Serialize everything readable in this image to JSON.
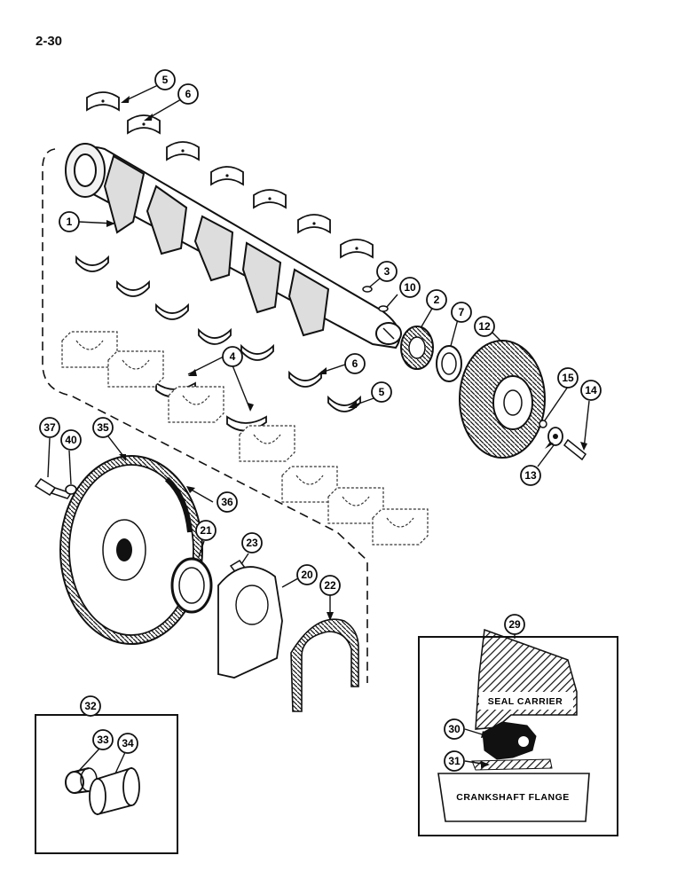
{
  "page": {
    "number": "2-30"
  },
  "callouts": [
    {
      "id": "c5a",
      "label": "5"
    },
    {
      "id": "c6a",
      "label": "6"
    },
    {
      "id": "c1",
      "label": "1"
    },
    {
      "id": "c3",
      "label": "3"
    },
    {
      "id": "c10",
      "label": "10"
    },
    {
      "id": "c2",
      "label": "2"
    },
    {
      "id": "c7",
      "label": "7"
    },
    {
      "id": "c12",
      "label": "12"
    },
    {
      "id": "c4",
      "label": "4"
    },
    {
      "id": "c6b",
      "label": "6"
    },
    {
      "id": "c5b",
      "label": "5"
    },
    {
      "id": "c15",
      "label": "15"
    },
    {
      "id": "c14",
      "label": "14"
    },
    {
      "id": "c13",
      "label": "13"
    },
    {
      "id": "c37",
      "label": "37"
    },
    {
      "id": "c40",
      "label": "40"
    },
    {
      "id": "c35",
      "label": "35"
    },
    {
      "id": "c36",
      "label": "36"
    },
    {
      "id": "c21",
      "label": "21"
    },
    {
      "id": "c23",
      "label": "23"
    },
    {
      "id": "c20",
      "label": "20"
    },
    {
      "id": "c22",
      "label": "22"
    },
    {
      "id": "c29",
      "label": "29"
    },
    {
      "id": "c30",
      "label": "30"
    },
    {
      "id": "c31",
      "label": "31"
    },
    {
      "id": "c32",
      "label": "32"
    },
    {
      "id": "c33",
      "label": "33"
    },
    {
      "id": "c34",
      "label": "34"
    }
  ],
  "inset_seal": {
    "seal_carrier_label": "SEAL CARRIER",
    "crankshaft_flange_label": "CRANKSHAFT FLANGE"
  }
}
